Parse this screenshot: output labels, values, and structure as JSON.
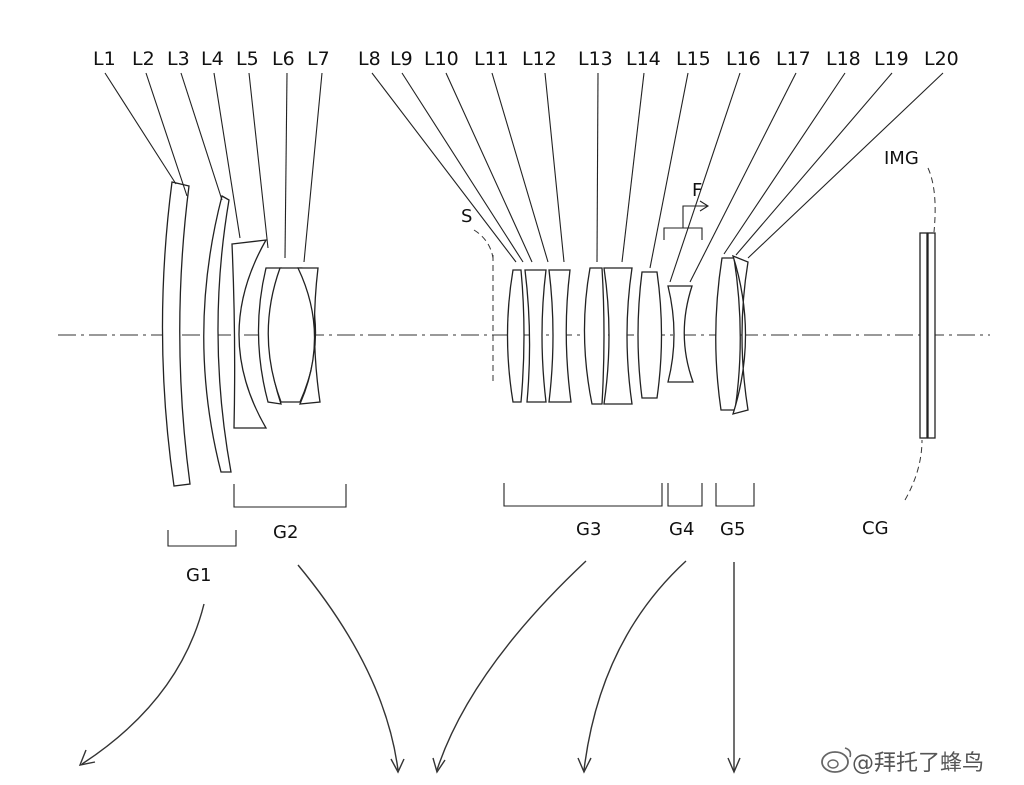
{
  "lens_labels": [
    "L1",
    "L2",
    "L3",
    "L4",
    "L5",
    "L6",
    "L7",
    "L8",
    "L9",
    "L10",
    "L11",
    "L12",
    "L13",
    "L14",
    "L15",
    "L16",
    "L17",
    "L18",
    "L19",
    "L20"
  ],
  "group_labels": [
    "G1",
    "G2",
    "G3",
    "G4",
    "G5",
    "CG"
  ],
  "stop_label": "S",
  "image_label": "IMG",
  "focus_label": "F",
  "watermark": {
    "icon": "weibo-logo",
    "text": "@拜托了蜂鸟"
  }
}
